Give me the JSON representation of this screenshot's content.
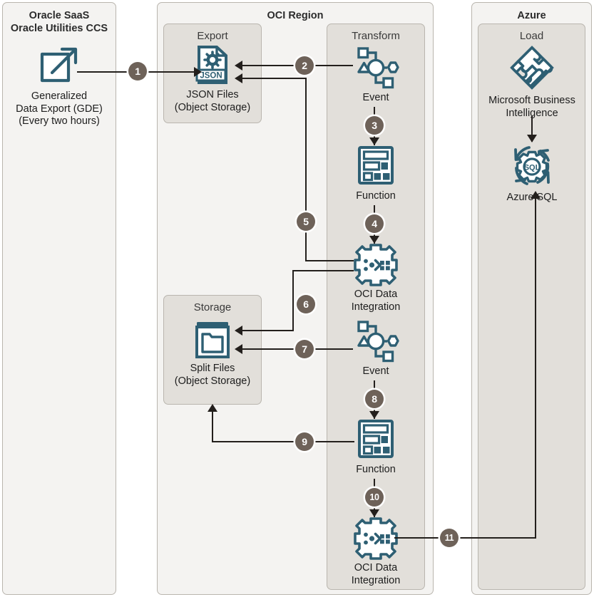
{
  "diagram": {
    "panels": [
      {
        "id": "saas",
        "title": "Oracle SaaS\nOracle Utilities CCS"
      },
      {
        "id": "oci",
        "title": "OCI Region"
      },
      {
        "id": "azure",
        "title": "Azure"
      }
    ],
    "groups": [
      {
        "id": "export",
        "title": "Export"
      },
      {
        "id": "transform",
        "title": "Transform"
      },
      {
        "id": "storage",
        "title": "Storage"
      },
      {
        "id": "load",
        "title": "Load"
      }
    ],
    "nodes": [
      {
        "id": "gde",
        "label": "Generalized\nData Export (GDE)\n(Every two hours)",
        "icon": "export-arrow-icon"
      },
      {
        "id": "json-files",
        "label": "JSON Files\n(Object Storage)",
        "icon": "json-file-icon"
      },
      {
        "id": "event-1",
        "label": "Event",
        "icon": "event-icon"
      },
      {
        "id": "function-1",
        "label": "Function",
        "icon": "function-icon"
      },
      {
        "id": "odi-1",
        "label": "OCI Data\nIntegration",
        "icon": "oci-data-integration-icon"
      },
      {
        "id": "split-files",
        "label": "Split Files\n(Object Storage)",
        "icon": "object-storage-icon"
      },
      {
        "id": "event-2",
        "label": "Event",
        "icon": "event-icon"
      },
      {
        "id": "function-2",
        "label": "Function",
        "icon": "function-icon"
      },
      {
        "id": "odi-2",
        "label": "OCI Data\nIntegration",
        "icon": "oci-data-integration-icon"
      },
      {
        "id": "msbi",
        "label": "Microsoft Business\nIntelligence",
        "icon": "puzzle-icon"
      },
      {
        "id": "azure-sql",
        "label": "Azure SQL",
        "icon": "azure-sql-icon"
      }
    ],
    "steps": [
      {
        "n": "1",
        "from": "gde",
        "to": "json-files"
      },
      {
        "n": "2",
        "from": "event-1",
        "to": "json-files"
      },
      {
        "n": "3",
        "from": "event-1",
        "to": "function-1"
      },
      {
        "n": "4",
        "from": "function-1",
        "to": "odi-1"
      },
      {
        "n": "5",
        "from": "odi-1",
        "to": "json-files"
      },
      {
        "n": "6",
        "from": "odi-1",
        "to": "split-files"
      },
      {
        "n": "7",
        "from": "event-2",
        "to": "split-files"
      },
      {
        "n": "8",
        "from": "event-2",
        "to": "function-2"
      },
      {
        "n": "9",
        "from": "function-2",
        "to": "split-files"
      },
      {
        "n": "10",
        "from": "function-2",
        "to": "odi-2"
      },
      {
        "n": "11",
        "from": "odi-2",
        "to": "azure-sql"
      }
    ],
    "colors": {
      "icon_stroke": "#2e5f73",
      "badge_fill": "#6e6259",
      "line": "#231f1c",
      "panel_outer": "#f4f3f1",
      "panel_inner": "#e2dfda",
      "panel_border": "#b9b5ae",
      "text": "#1d1d1d"
    }
  }
}
